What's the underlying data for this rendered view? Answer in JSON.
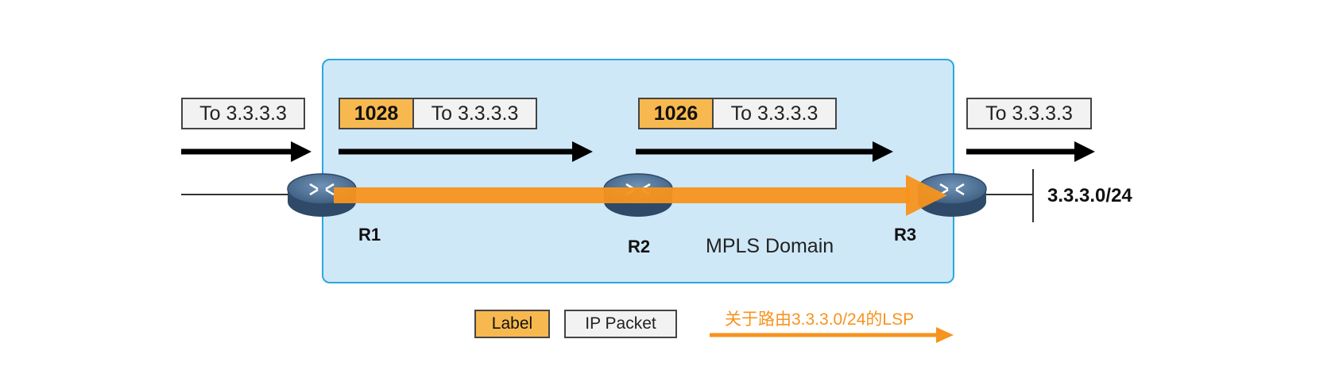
{
  "diagram": {
    "domain_label": "MPLS Domain",
    "destination_network": "3.3.3.0/24",
    "routers": [
      {
        "name": "R1"
      },
      {
        "name": "R2"
      },
      {
        "name": "R3"
      }
    ],
    "packets": [
      {
        "payload": "To 3.3.3.3"
      },
      {
        "label": "1028",
        "payload": "To 3.3.3.3"
      },
      {
        "label": "1026",
        "payload": "To 3.3.3.3"
      },
      {
        "payload": "To 3.3.3.3"
      }
    ],
    "legend": {
      "label": "Label",
      "ip_packet": "IP Packet",
      "lsp": "关于路由3.3.3.0/24的LSP"
    },
    "colors": {
      "label": "#f7b94f",
      "ip_packet": "#f2f2f2",
      "lsp_arrow": "#f7931e",
      "domain_fill": "#cfe8f8",
      "domain_border": "#2aa7e0",
      "router": "#4a6a8c"
    }
  }
}
